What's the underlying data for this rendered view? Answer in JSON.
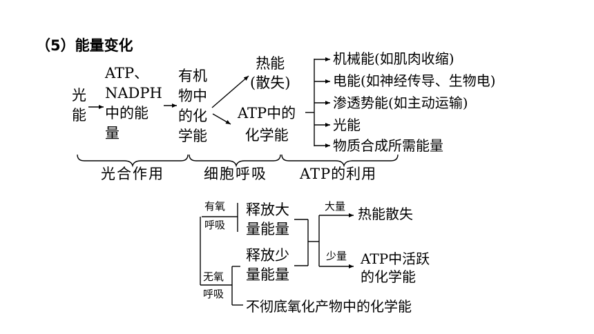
{
  "title": "（5）能量变化",
  "flow": {
    "light_energy": [
      "光",
      "能"
    ],
    "atp_nadph": [
      "ATP、",
      "NADPH",
      "中的能",
      "量"
    ],
    "organic_energy": [
      "有机",
      "物中",
      "的化",
      "学能"
    ],
    "heat": [
      "热能",
      "(散失)"
    ],
    "atp_chem": [
      "ATP中的",
      "化学能"
    ],
    "uses": [
      "机械能(如肌肉收缩)",
      "电能(如神经传导、生物电)",
      "渗透势能(如主动运输)",
      "光能",
      "物质合成所需能量"
    ],
    "stages": {
      "photosynthesis": "光合作用",
      "respiration": "细胞呼吸",
      "atp_use": "ATP的利用"
    }
  },
  "resp": {
    "aerobic": [
      "有氧",
      "呼吸"
    ],
    "anaerobic": [
      "无氧",
      "呼吸"
    ],
    "release_large": [
      "释放大",
      "量能量"
    ],
    "release_small": [
      "释放少",
      "量能量"
    ],
    "large": "大量",
    "small": "少量",
    "heat_loss": "热能散失",
    "atp_active": [
      "ATP中活跃",
      "的化学能"
    ],
    "incomplete": "不彻底氧化产物中的化学能"
  }
}
